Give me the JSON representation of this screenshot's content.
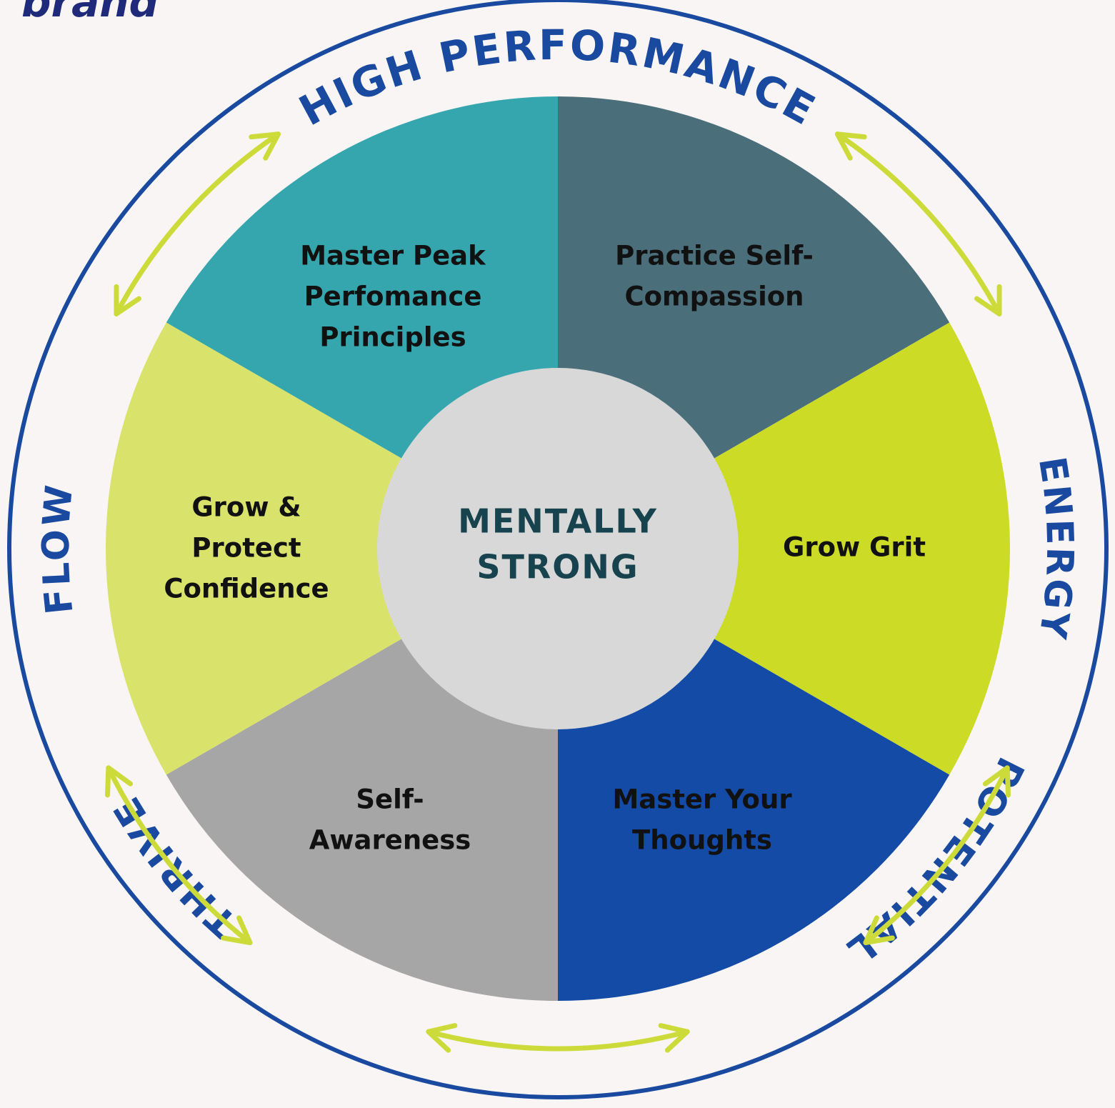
{
  "brand": {
    "text": "brand"
  },
  "center": {
    "line1": "MENTALLY",
    "line2": "STRONG"
  },
  "segments": [
    {
      "id": "peak",
      "label": [
        "Master Peak",
        "Perfomance",
        "Principles"
      ],
      "color": "#35a6ae"
    },
    {
      "id": "compassion",
      "label": [
        "Practice Self-",
        "Compassion"
      ],
      "color": "#4a6e7a"
    },
    {
      "id": "grit",
      "label": [
        "Grow Grit"
      ],
      "color": "#ccdb26"
    },
    {
      "id": "thoughts",
      "label": [
        "Master Your",
        "Thoughts"
      ],
      "color": "#134ba6"
    },
    {
      "id": "awareness",
      "label": [
        "Self-",
        "Awareness"
      ],
      "color": "#a6a6a6"
    },
    {
      "id": "confidence",
      "label": [
        "Grow &",
        "Protect",
        "Confidence"
      ],
      "color": "#d9e26a"
    }
  ],
  "ring_words": {
    "top": "HIGH PERFORMANCE",
    "right": "ENERGY",
    "bottom_right": "POTENTIAL",
    "bottom_left": "THRIVE",
    "left": "FLOW"
  },
  "colors": {
    "outer_ring": "#1a4aa0",
    "ring_text": "#1a4aa0",
    "arrows": "#ccdb3a",
    "center_fill": "#d8d8d8",
    "center_text": "#17434e",
    "segment_text": "#111111",
    "segment_text_on_blue": "#111111"
  },
  "icons": {
    "arrows": "double-headed-curved-arrow-icon"
  }
}
